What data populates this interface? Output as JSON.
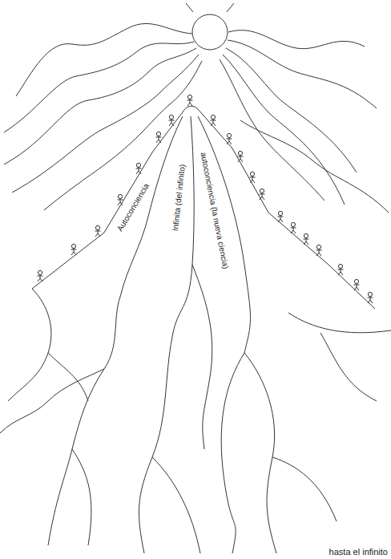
{
  "diagram": {
    "caption": "hasta el infinito",
    "labels": [
      "Autoconciencia",
      "Infinita (del infinito)",
      "autoconciencia (la nueva ciencia)"
    ]
  }
}
